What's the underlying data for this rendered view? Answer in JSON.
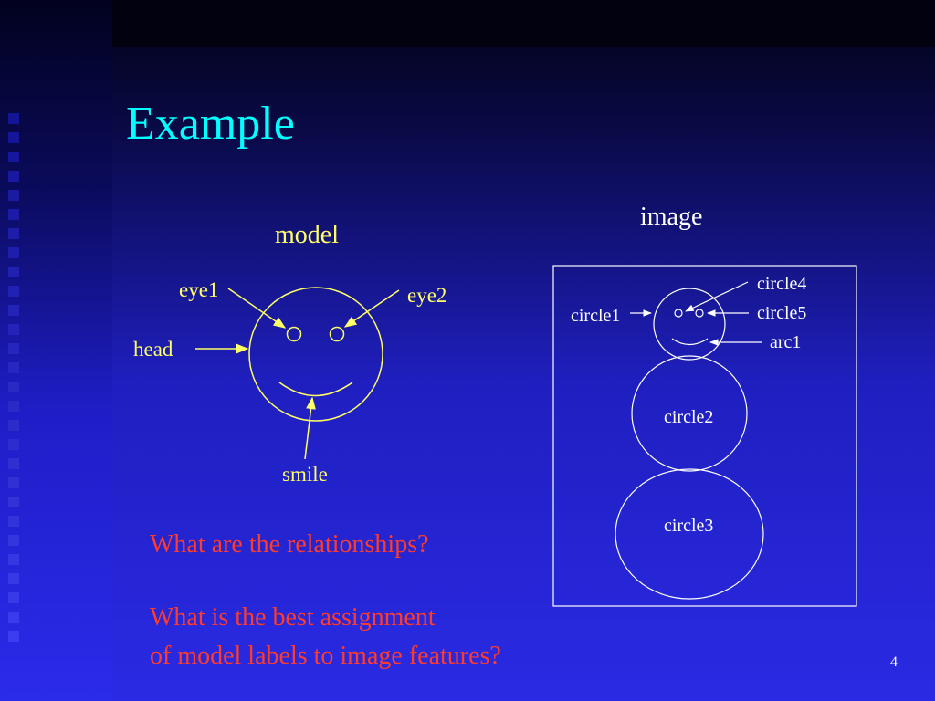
{
  "slide": {
    "title": "Example",
    "page_number": "4",
    "colors": {
      "title": "#00ffff",
      "model_stroke": "#ffff66",
      "image_stroke": "#ffffff",
      "question": "#ff3b2a"
    }
  },
  "model": {
    "heading": "model",
    "labels": {
      "eye1": "eye1",
      "eye2": "eye2",
      "head": "head",
      "smile": "smile"
    }
  },
  "image": {
    "heading": "image",
    "labels": {
      "circle1": "circle1",
      "circle2": "circle2",
      "circle3": "circle3",
      "circle4": "circle4",
      "circle5": "circle5",
      "arc1": "arc1"
    }
  },
  "questions": {
    "q1": "What are the relationships?",
    "q2_line1": "What is the best assignment",
    "q2_line2": "of model labels to image features?"
  }
}
